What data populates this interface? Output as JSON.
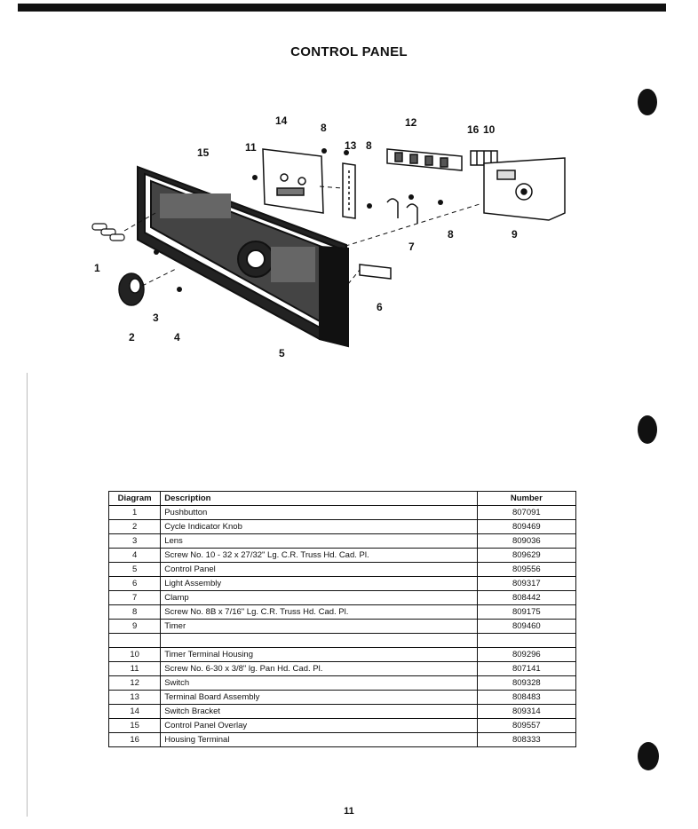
{
  "page": {
    "title": "CONTROL PANEL",
    "page_number": "11"
  },
  "diagram": {
    "callouts": [
      "1",
      "2",
      "3",
      "4",
      "5",
      "6",
      "7",
      "8",
      "9",
      "10",
      "11",
      "12",
      "13",
      "14",
      "15",
      "16"
    ]
  },
  "table": {
    "headers": {
      "diagram": "Diagram",
      "description": "Description",
      "number": "Number"
    },
    "rows": [
      {
        "diagram": "1",
        "description": "Pushbutton",
        "number": "807091"
      },
      {
        "diagram": "2",
        "description": "Cycle Indicator Knob",
        "number": "809469"
      },
      {
        "diagram": "3",
        "description": "Lens",
        "number": "809036"
      },
      {
        "diagram": "4",
        "description": "Screw No. 10 - 32 x 27/32\" Lg. C.R. Truss Hd. Cad. Pl.",
        "number": "809629"
      },
      {
        "diagram": "5",
        "description": "Control Panel",
        "number": "809556"
      },
      {
        "diagram": "6",
        "description": "Light Assembly",
        "number": "809317"
      },
      {
        "diagram": "7",
        "description": "Clamp",
        "number": "808442"
      },
      {
        "diagram": "8",
        "description": "Screw No. 8B x 7/16\" Lg. C.R. Truss Hd. Cad. Pl.",
        "number": "809175"
      },
      {
        "diagram": "9",
        "description": "Timer",
        "number": "809460"
      },
      {
        "diagram": "",
        "description": "",
        "number": ""
      },
      {
        "diagram": "10",
        "description": "Timer Terminal Housing",
        "number": "809296"
      },
      {
        "diagram": "11",
        "description": "Screw No. 6-30 x 3/8\" lg. Pan Hd. Cad. Pl.",
        "number": "807141"
      },
      {
        "diagram": "12",
        "description": "Switch",
        "number": "809328"
      },
      {
        "diagram": "13",
        "description": "Terminal Board Assembly",
        "number": "808483"
      },
      {
        "diagram": "14",
        "description": "Switch Bracket",
        "number": "809314"
      },
      {
        "diagram": "15",
        "description": "Control Panel Overlay",
        "number": "809557"
      },
      {
        "diagram": "16",
        "description": "Housing Terminal",
        "number": "808333"
      }
    ]
  }
}
